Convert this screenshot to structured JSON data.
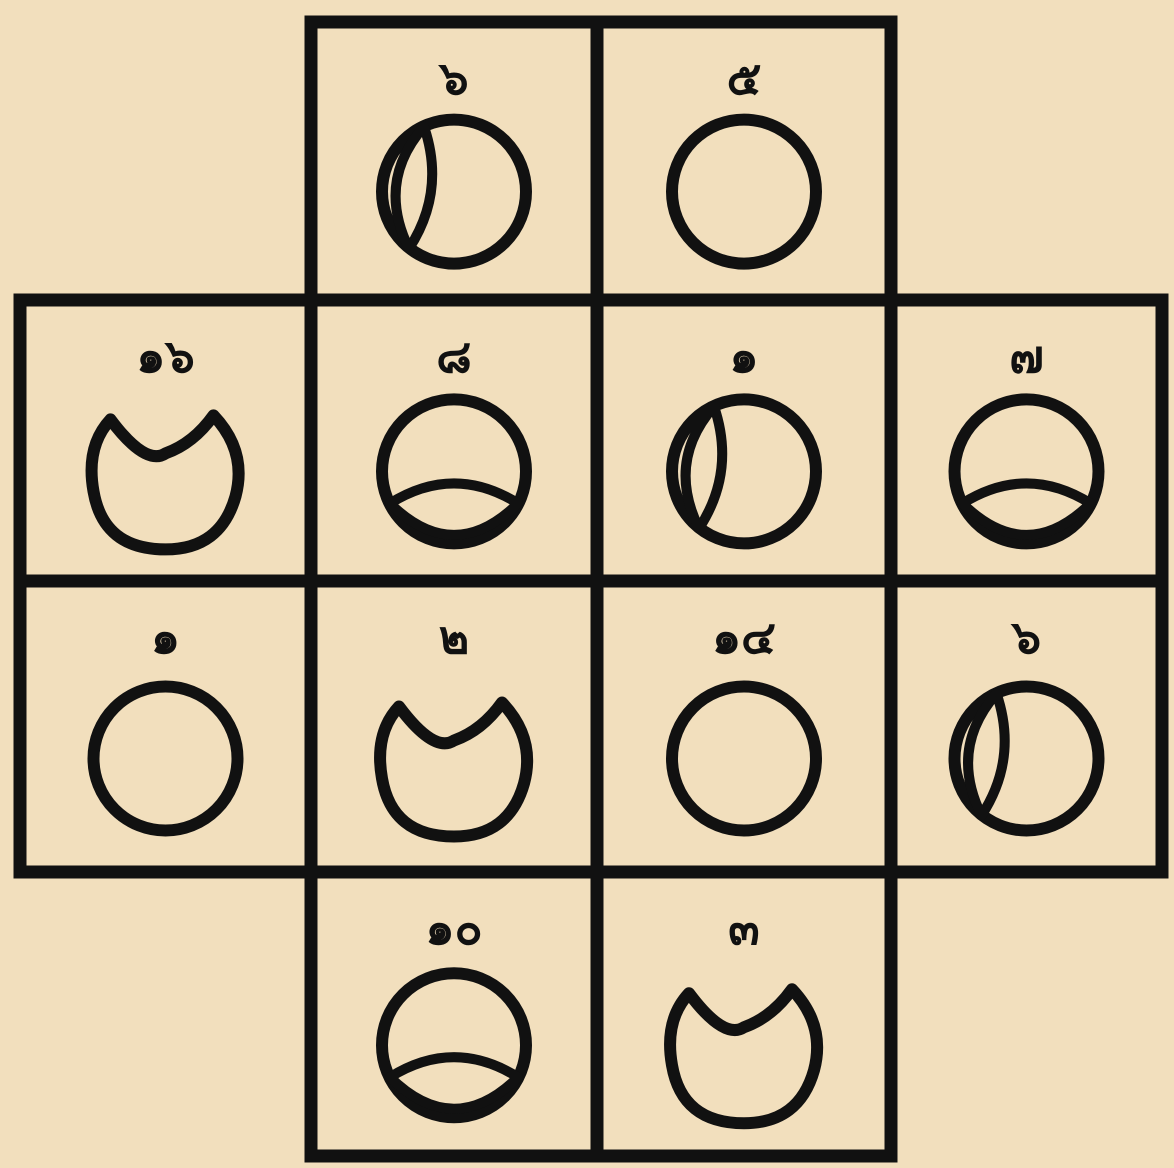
{
  "colors": {
    "paper": "#f2dfbd",
    "ink": "#111111"
  },
  "cells": [
    {
      "row": 0,
      "col": 1,
      "label": "๖",
      "shape": "circle-left-crescent"
    },
    {
      "row": 0,
      "col": 2,
      "label": "๕",
      "shape": "full-circle"
    },
    {
      "row": 1,
      "col": 0,
      "label": "๑๖",
      "shape": "notched-top"
    },
    {
      "row": 1,
      "col": 1,
      "label": "๘",
      "shape": "circle-bottom-crescent"
    },
    {
      "row": 1,
      "col": 2,
      "label": "๑",
      "shape": "circle-left-crescent"
    },
    {
      "row": 1,
      "col": 3,
      "label": "๗",
      "shape": "circle-bottom-crescent"
    },
    {
      "row": 2,
      "col": 0,
      "label": "๑",
      "shape": "full-circle"
    },
    {
      "row": 2,
      "col": 1,
      "label": "๒",
      "shape": "notched-top"
    },
    {
      "row": 2,
      "col": 2,
      "label": "๑๔",
      "shape": "full-circle"
    },
    {
      "row": 2,
      "col": 3,
      "label": "๖",
      "shape": "circle-left-crescent"
    },
    {
      "row": 3,
      "col": 1,
      "label": "๑๐",
      "shape": "circle-bottom-crescent"
    },
    {
      "row": 3,
      "col": 2,
      "label": "๓",
      "shape": "notched-top"
    }
  ]
}
